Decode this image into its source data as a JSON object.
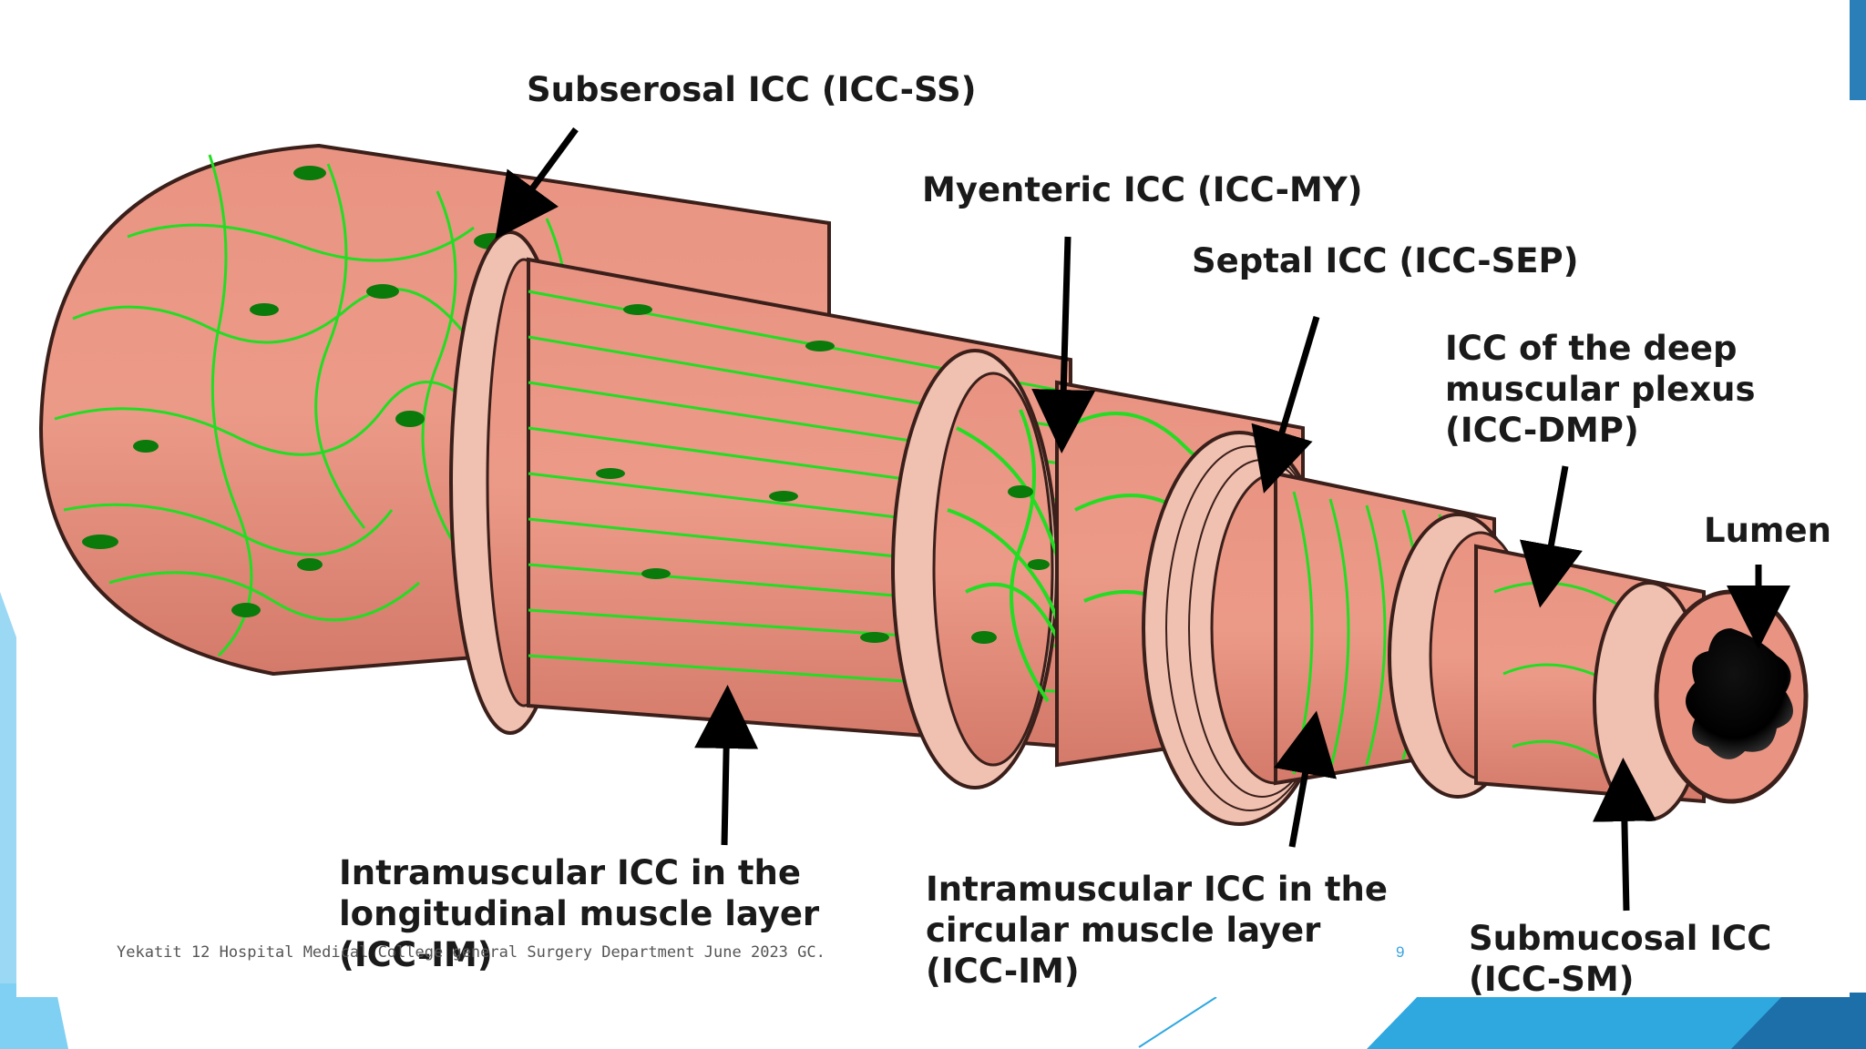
{
  "labels": {
    "subserosal": "Subserosal ICC (ICC-SS)",
    "myenteric": "Myenteric ICC (ICC-MY)",
    "septal": "Septal ICC (ICC-SEP)",
    "deep_plexus": "ICC of the deep\nmuscular plexus\n(ICC-DMP)",
    "lumen": "Lumen",
    "im_longitudinal": "Intramuscular ICC in the\nlongitudinal muscle layer\n(ICC-IM)",
    "im_circular": "Intramuscular ICC in the\ncircular muscle layer\n(ICC-IM)",
    "submucosal": "Submucosal ICC\n(ICC-SM)"
  },
  "footer": {
    "text": "Yekatit 12 Hospital Medical College general Surgery Department June 2023 GC.",
    "page_number": "9"
  },
  "colors": {
    "tissue": "#e48878",
    "tissue_light": "#f0b0a0",
    "icc_network": "#22dd22",
    "icc_cell": "#0a7a0a",
    "slide_accent": "#2fa8e0",
    "slide_accent_dark": "#1c6fa8"
  }
}
